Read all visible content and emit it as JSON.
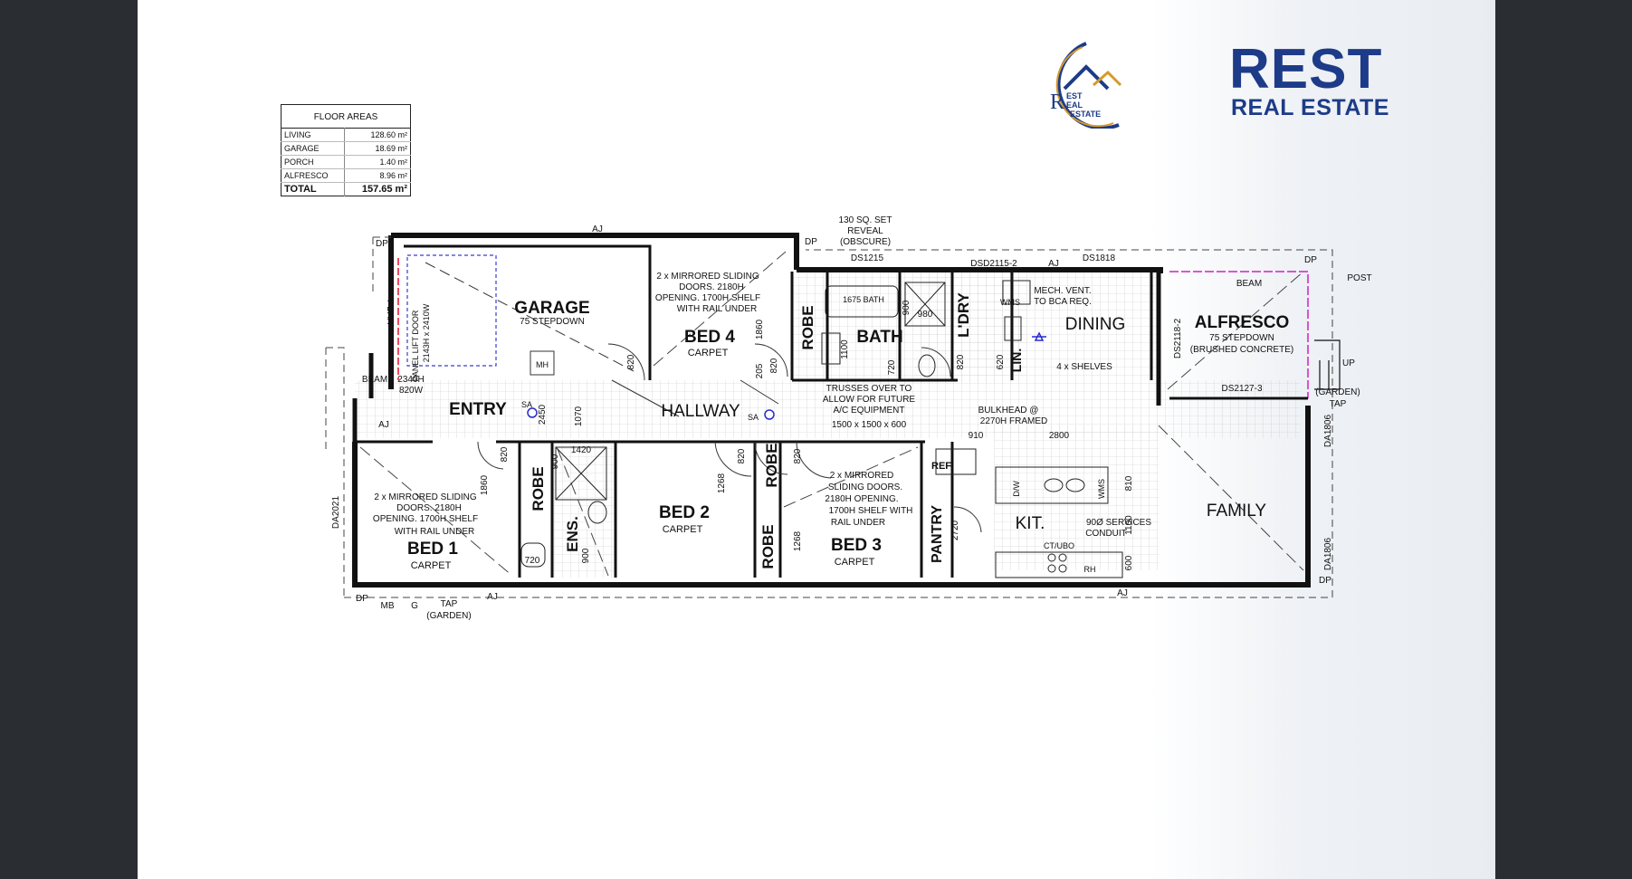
{
  "brand": {
    "name": "REST",
    "subtitle": "REAL ESTATE",
    "mark_text": [
      "EST",
      "EAL",
      "ESTATE"
    ],
    "mark_letter": "R",
    "color": "#1d3b88"
  },
  "floor_areas": {
    "title": "FLOOR AREAS",
    "rows": [
      {
        "name": "LIVING",
        "value": "128.60 m²"
      },
      {
        "name": "GARAGE",
        "value": "18.69 m²"
      },
      {
        "name": "PORCH",
        "value": "1.40 m²"
      },
      {
        "name": "ALFRESCO",
        "value": "8.96 m²"
      }
    ],
    "total": {
      "name": "TOTAL",
      "value": "157.65 m²"
    }
  },
  "rooms": {
    "garage": "GARAGE",
    "garage_note": "75 STEPDOWN",
    "bed4": "BED 4",
    "bed4_floor": "CARPET",
    "robe_top": "ROBE",
    "bath": "BATH",
    "ldry": "L'DRY",
    "lin": "LIN.",
    "dining": "DINING",
    "alfresco": "ALFRESCO",
    "alfresco_note1": "75 STEPDOWN",
    "alfresco_note2": "(BRUSHED CONCRETE)",
    "entry": "ENTRY",
    "hallway": "HALLWAY",
    "bed1": "BED 1",
    "bed1_floor": "CARPET",
    "robe1": "ROBE",
    "ens": "ENS.",
    "bed2": "BED 2",
    "bed2_floor": "CARPET",
    "robe2": "ROBE",
    "robe3": "ROBE",
    "bed3": "BED 3",
    "bed3_floor": "CARPET",
    "pantry": "PANTRY",
    "kit": "KIT.",
    "family": "FAMILY",
    "ref": "REF"
  },
  "notes": {
    "reveal": [
      "130 SQ. SET",
      "REVEAL",
      "(OBSCURE)"
    ],
    "bed4_doors": [
      "2 x MIRRORED SLIDING",
      "DOORS. 2180H",
      "OPENING. 1700H SHELF",
      "WITH RAIL UNDER"
    ],
    "bed1_doors": [
      "2 x MIRRORED SLIDING",
      "DOORS. 2180H",
      "OPENING. 1700H SHELF",
      "WITH RAIL UNDER"
    ],
    "bed3_doors": [
      "2 x MIRRORED",
      "SLIDING DOORS.",
      "2180H OPENING.",
      "1700H SHELF WITH",
      "RAIL UNDER"
    ],
    "mech_vent": [
      "MECH. VENT.",
      "TO BCA REQ."
    ],
    "shelves": "4 x SHELVES",
    "trusses": [
      "TRUSSES OVER TO",
      "ALLOW FOR FUTURE",
      "A/C EQUIPMENT",
      "1500 x 1500 x 600"
    ],
    "bulkhead": [
      "BULKHEAD @",
      "2270H FRAMED"
    ],
    "services": [
      "90Ø SERVICES",
      "CONDUIT"
    ],
    "panel_lift": [
      "PANEL LIFT DOOR",
      "2143H x 2410W"
    ],
    "entry_door": [
      "2340H",
      "820W"
    ],
    "bath_tub": "1675 BATH",
    "tap_garden": [
      "TAP",
      "(GARDEN)"
    ],
    "tap_garden_r": [
      "(GARDEN)",
      "TAP"
    ],
    "post": "POST",
    "up": "UP",
    "beam": "BEAM",
    "t_bar": "T-BAR",
    "mh": "MH",
    "wms": "WMS",
    "dw": "D/W",
    "ct_ubo": "CT/UBO",
    "rh": "RH"
  },
  "codes": {
    "ds1215": "DS1215",
    "dsd2115": "DSD2115-2",
    "ds1818": "DS1818",
    "ds2118": "DS2118-2",
    "ds2127": "DS2127-3",
    "da1806a": "DA1806",
    "da1806b": "DA1806",
    "da2021": "DA2021",
    "aj": "AJ",
    "dp": "DP",
    "mb": "MB",
    "g": "G",
    "sa": "SA"
  },
  "dims": {
    "d820a": "820",
    "d1860a": "1860",
    "d820b": "820",
    "d1100": "1100",
    "d900a": "900",
    "d980": "980",
    "d820c": "820",
    "d620": "620",
    "d2450": "2450",
    "d1070": "1070",
    "d910": "910",
    "d2800": "2800",
    "d1420": "1420",
    "d900b": "900",
    "d900c": "900",
    "d720a": "720",
    "d720b": "720",
    "d820d": "820",
    "d1860b": "1860",
    "d1268a": "1268",
    "d1268b": "1268",
    "d820e": "820",
    "d820f": "820",
    "d810": "810",
    "d1100b": "1100",
    "d600": "600",
    "d2720": "2720",
    "d205": "205"
  }
}
